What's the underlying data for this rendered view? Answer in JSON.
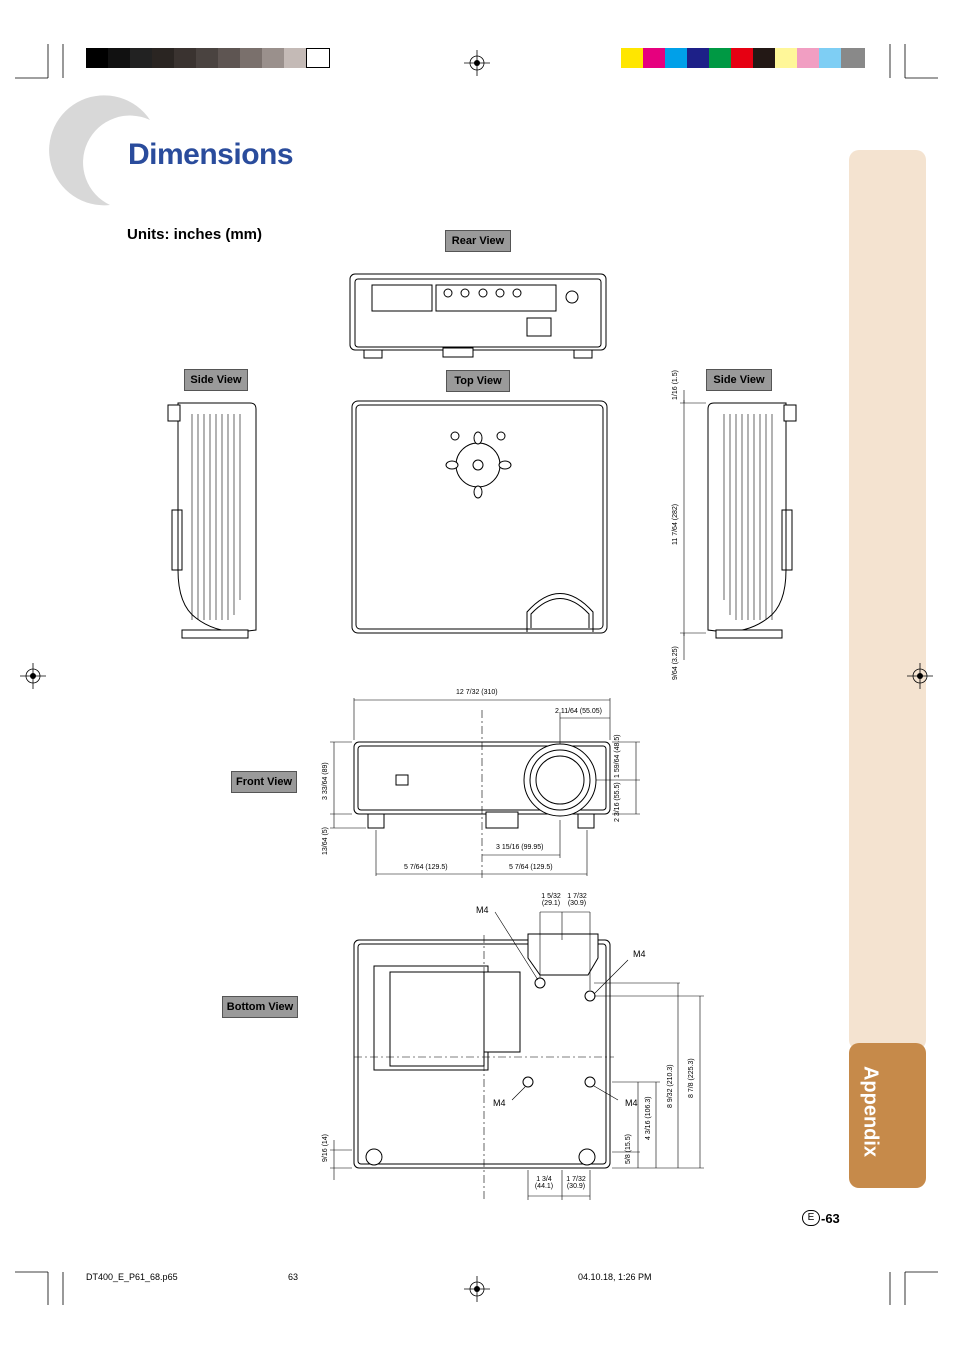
{
  "page": {
    "title": "Dimensions",
    "units": "Units: inches (mm)",
    "side_tab": "Appendix",
    "page_number_letter": "E",
    "page_number": "-63"
  },
  "views": {
    "rear": "Rear View",
    "side_left": "Side View",
    "top": "Top View",
    "side_right": "Side View",
    "front": "Front View",
    "bottom": "Bottom View"
  },
  "dimensions": {
    "side_top": "1/16 (1.5)",
    "side_height": "11 7/64 (282)",
    "side_bottom": "9/64 (3.25)",
    "front_width": "12 7/32 (310)",
    "front_lens_offset": "2 11/64 (55.05)",
    "front_height": "3 33/64 (89)",
    "front_foot": "13/64 (5)",
    "front_lens_height": "1 59/64 (48.5)",
    "front_lens_bottom": "2 3/16 (55.5)",
    "front_center": "3 15/16 (99.95)",
    "front_left_half": "5 7/64 (129.5)",
    "front_right_half": "5 7/64 (129.5)",
    "bottom_a": "1 5/32 (29.1)",
    "bottom_b": "1 7/32 (30.9)",
    "bottom_c": "1 3/4 (44.1)",
    "bottom_d": "1 7/32 (30.9)",
    "bottom_e": "9/16 (14)",
    "bottom_f": "5/8 (15.5)",
    "bottom_g": "4 3/16 (106.3)",
    "bottom_h": "8 9/32 (210.3)",
    "bottom_i": "8 7/8 (225.3)",
    "m4": "M4"
  },
  "footer": {
    "file": "DT400_E_P61_68.p65",
    "page": "63",
    "date": "04.10.18, 1:26 PM"
  },
  "colors": {
    "title": "#2a4c9c",
    "tab_light": "#f4e3d0",
    "tab_dark": "#c68a4a",
    "label_gray": "#9a9a9a"
  }
}
